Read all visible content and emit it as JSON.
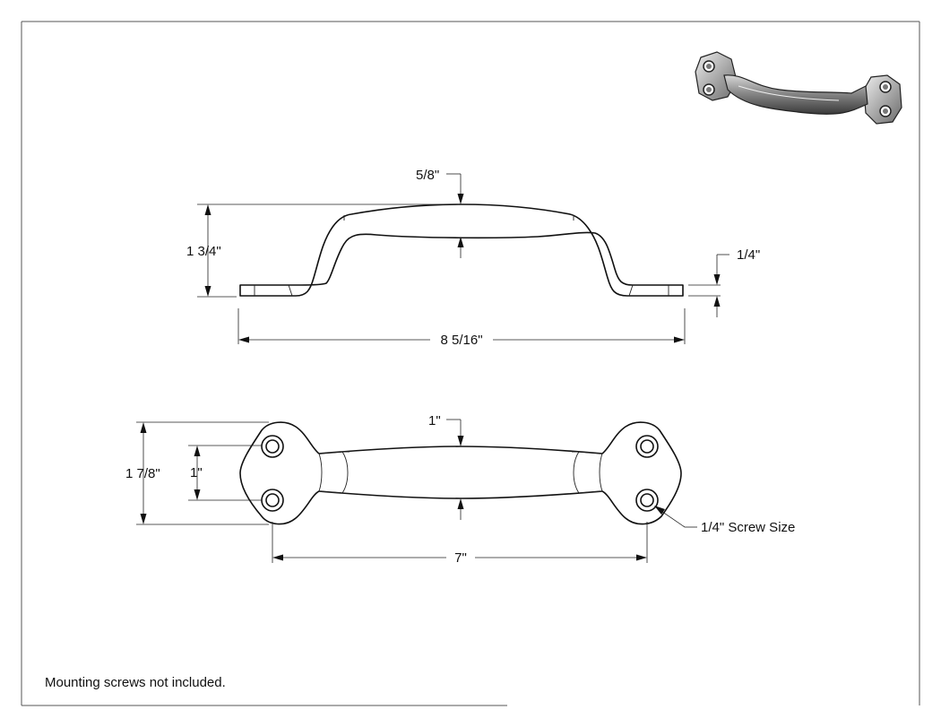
{
  "side_view": {
    "height_label": "1 3/4\"",
    "grip_thickness_label": "5/8\"",
    "foot_thickness_label": "1/4\"",
    "overall_length_label": "8 5/16\""
  },
  "top_view": {
    "grip_width_label": "1\"",
    "plate_width_label": "1 7/8\"",
    "hole_spacing_label": "1\"",
    "hole_center_distance_label": "7\"",
    "screw_size_label": "1/4\" Screw Size"
  },
  "notes": {
    "footer": "Mounting screws not included."
  },
  "icons": {
    "preview": "handle-3d-render-icon"
  }
}
